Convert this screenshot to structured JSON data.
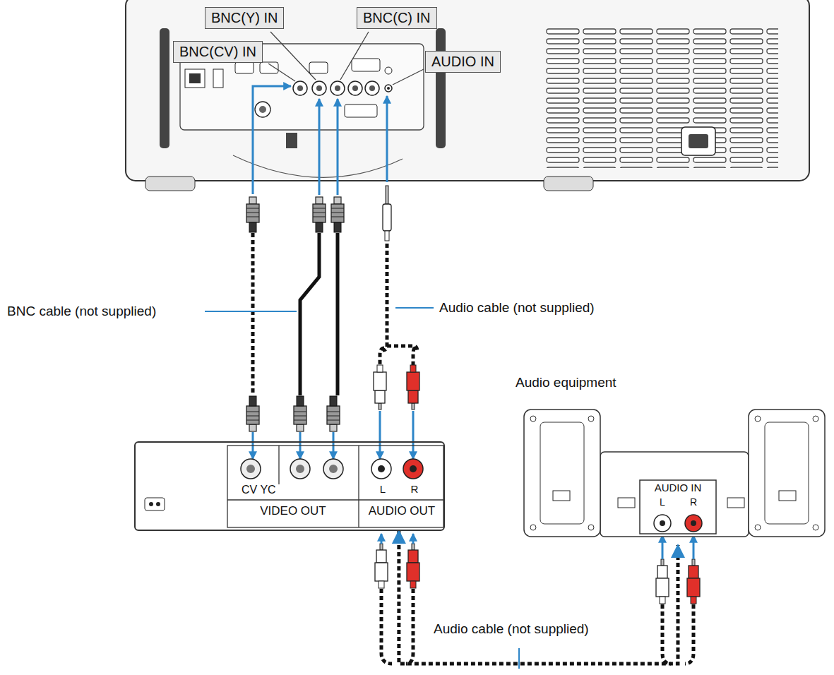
{
  "diagram": {
    "nodes": [
      {
        "text": [
          "BNC(Y) IN"
        ]
      },
      {
        "text": [
          "BNC(C) IN"
        ]
      },
      {
        "text": [
          "BNC(CV) IN"
        ]
      },
      {
        "text": [
          "AUDIO IN"
        ]
      },
      {
        "text": [
          "CV YC",
          "VIDEO OUT",
          "L",
          "R",
          "AUDIO OUT"
        ]
      },
      {
        "text": [
          "Audio equipment",
          "AUDIO IN",
          "L",
          "R"
        ]
      }
    ],
    "edges": [
      {
        "from": 4,
        "to": 5,
        "arrow": "both",
        "label": "Audio cable (not supplied)"
      }
    ],
    "labels": [
      "BNC cable (not supplied)",
      "Audio cable (not supplied)"
    ]
  }
}
